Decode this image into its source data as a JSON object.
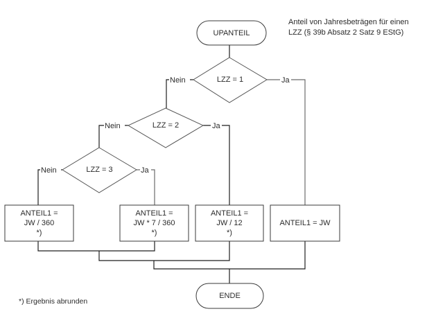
{
  "title_note": {
    "line1": "Anteil von Jahresbeträgen für einen",
    "line2": "LZZ (§ 39b Absatz 2 Satz 9 EStG)"
  },
  "start": {
    "label": "UPANTEIL"
  },
  "end": {
    "label": "ENDE"
  },
  "decisions": [
    {
      "label": "LZZ = 1",
      "no": "Nein",
      "yes": "Ja"
    },
    {
      "label": "LZZ = 2",
      "no": "Nein",
      "yes": "Ja"
    },
    {
      "label": "LZZ = 3",
      "no": "Nein",
      "yes": "Ja"
    }
  ],
  "processes": [
    {
      "lines": [
        "ANTEIL1 =",
        "JW / 360",
        "*)"
      ]
    },
    {
      "lines": [
        "ANTEIL1 =",
        "JW * 7 / 360",
        "*)"
      ]
    },
    {
      "lines": [
        "ANTEIL1 =",
        "JW / 12",
        "*)"
      ]
    },
    {
      "lines": [
        "ANTEIL1 = JW"
      ]
    }
  ],
  "footnote": "*) Ergebnis abrunden"
}
